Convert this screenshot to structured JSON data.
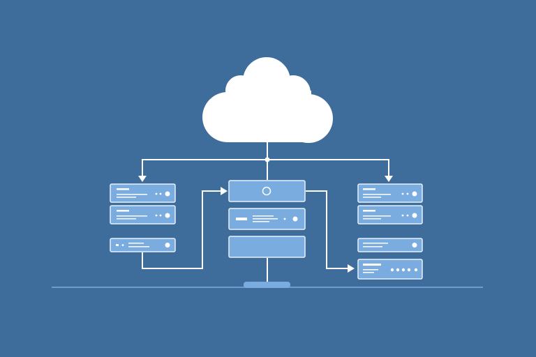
{
  "colors": {
    "background": "#3e6d9c",
    "cloud": "#ffffff",
    "connector": "#ffffff",
    "unit_fill": "#7bace0",
    "unit_stroke": "#e8f1fb",
    "detail": "#ffffff",
    "baseline": "#7bace0",
    "stand": "#7bace0"
  },
  "icons": {
    "cloud": "cloud-icon",
    "server": "server-rack-icon",
    "arrow": "arrow-head-icon"
  },
  "diagram": {
    "type": "cloud-to-server-network",
    "racks": [
      {
        "id": "left",
        "units": 3
      },
      {
        "id": "center",
        "units": 3
      },
      {
        "id": "right",
        "units": 4
      }
    ],
    "connections": [
      {
        "from": "cloud",
        "to": "left"
      },
      {
        "from": "cloud",
        "to": "center"
      },
      {
        "from": "cloud",
        "to": "right"
      },
      {
        "from": "left",
        "to": "center"
      },
      {
        "from": "center",
        "to": "right"
      }
    ]
  }
}
